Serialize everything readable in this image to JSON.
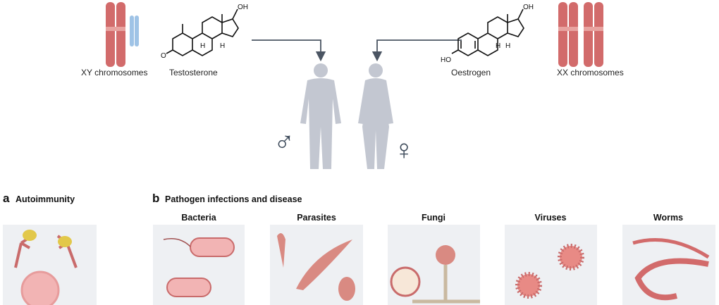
{
  "top": {
    "xy_label": "XY chromosomes",
    "testosterone_label": "Testosterone",
    "oestrogen_label": "Oestrogen",
    "xx_label": "XX chromosomes",
    "male_symbol": "♂",
    "female_symbol": "♀",
    "atoms": {
      "oh": "OH",
      "o": "O",
      "ho": "HO",
      "h": "H"
    }
  },
  "panel_a": {
    "letter": "a",
    "title": "Autoimmunity"
  },
  "panel_b": {
    "letter": "b",
    "title": "Pathogen infections and disease",
    "panels": [
      {
        "label": "Bacteria"
      },
      {
        "label": "Parasites"
      },
      {
        "label": "Fungi"
      },
      {
        "label": "Viruses"
      },
      {
        "label": "Worms"
      }
    ]
  },
  "colors": {
    "chromosome_red": "#d26b6b",
    "chromosome_blue": "#9fc3e6",
    "silhouette": "#c3c7d1",
    "panel_bg": "#eef0f3",
    "arrow": "#4b5563"
  }
}
